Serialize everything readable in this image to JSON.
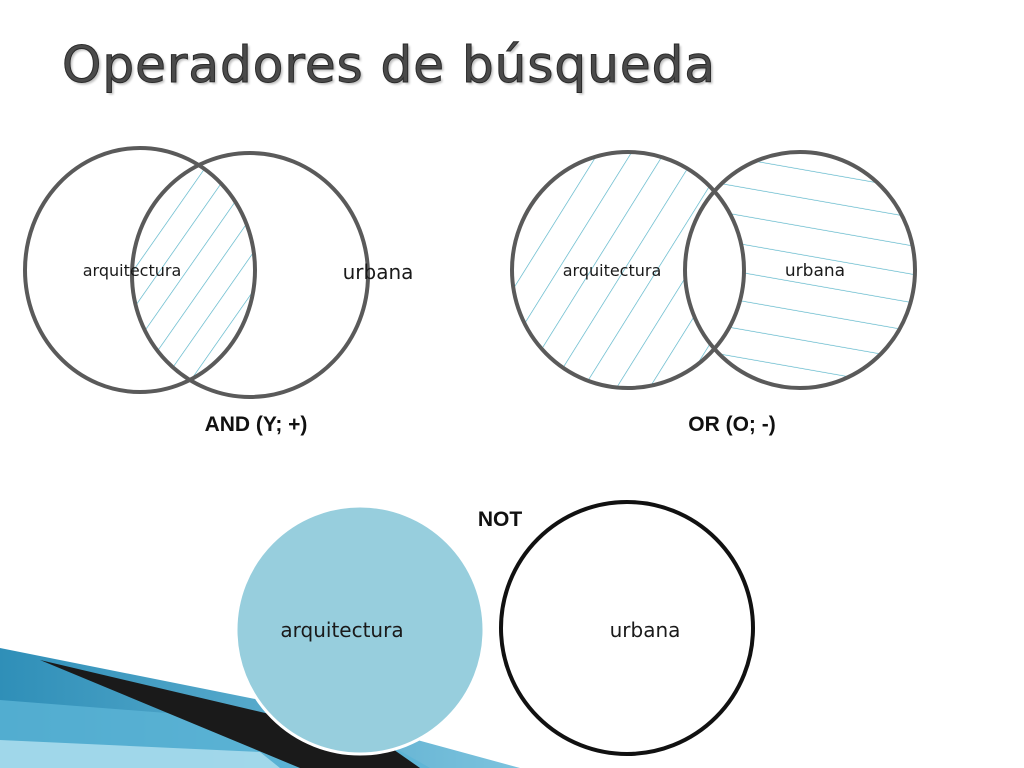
{
  "slide": {
    "title": "Operadores de búsqueda"
  },
  "and_diagram": {
    "left_label": "arquitectura",
    "right_label": "urbana",
    "operator_label": "AND (Y; +)"
  },
  "or_diagram": {
    "left_label": "arquitectura",
    "right_label": "urbana",
    "operator_label": "OR (O; -)"
  },
  "not_diagram": {
    "operator_label": "NOT",
    "left_label": "arquitectura",
    "right_label": "urbana"
  },
  "colors": {
    "hatch": "#4fb0c6",
    "circle_stroke": "#5a5a5a",
    "not_fill": "#97cedd",
    "corner_accent": "#3f9fc4"
  }
}
